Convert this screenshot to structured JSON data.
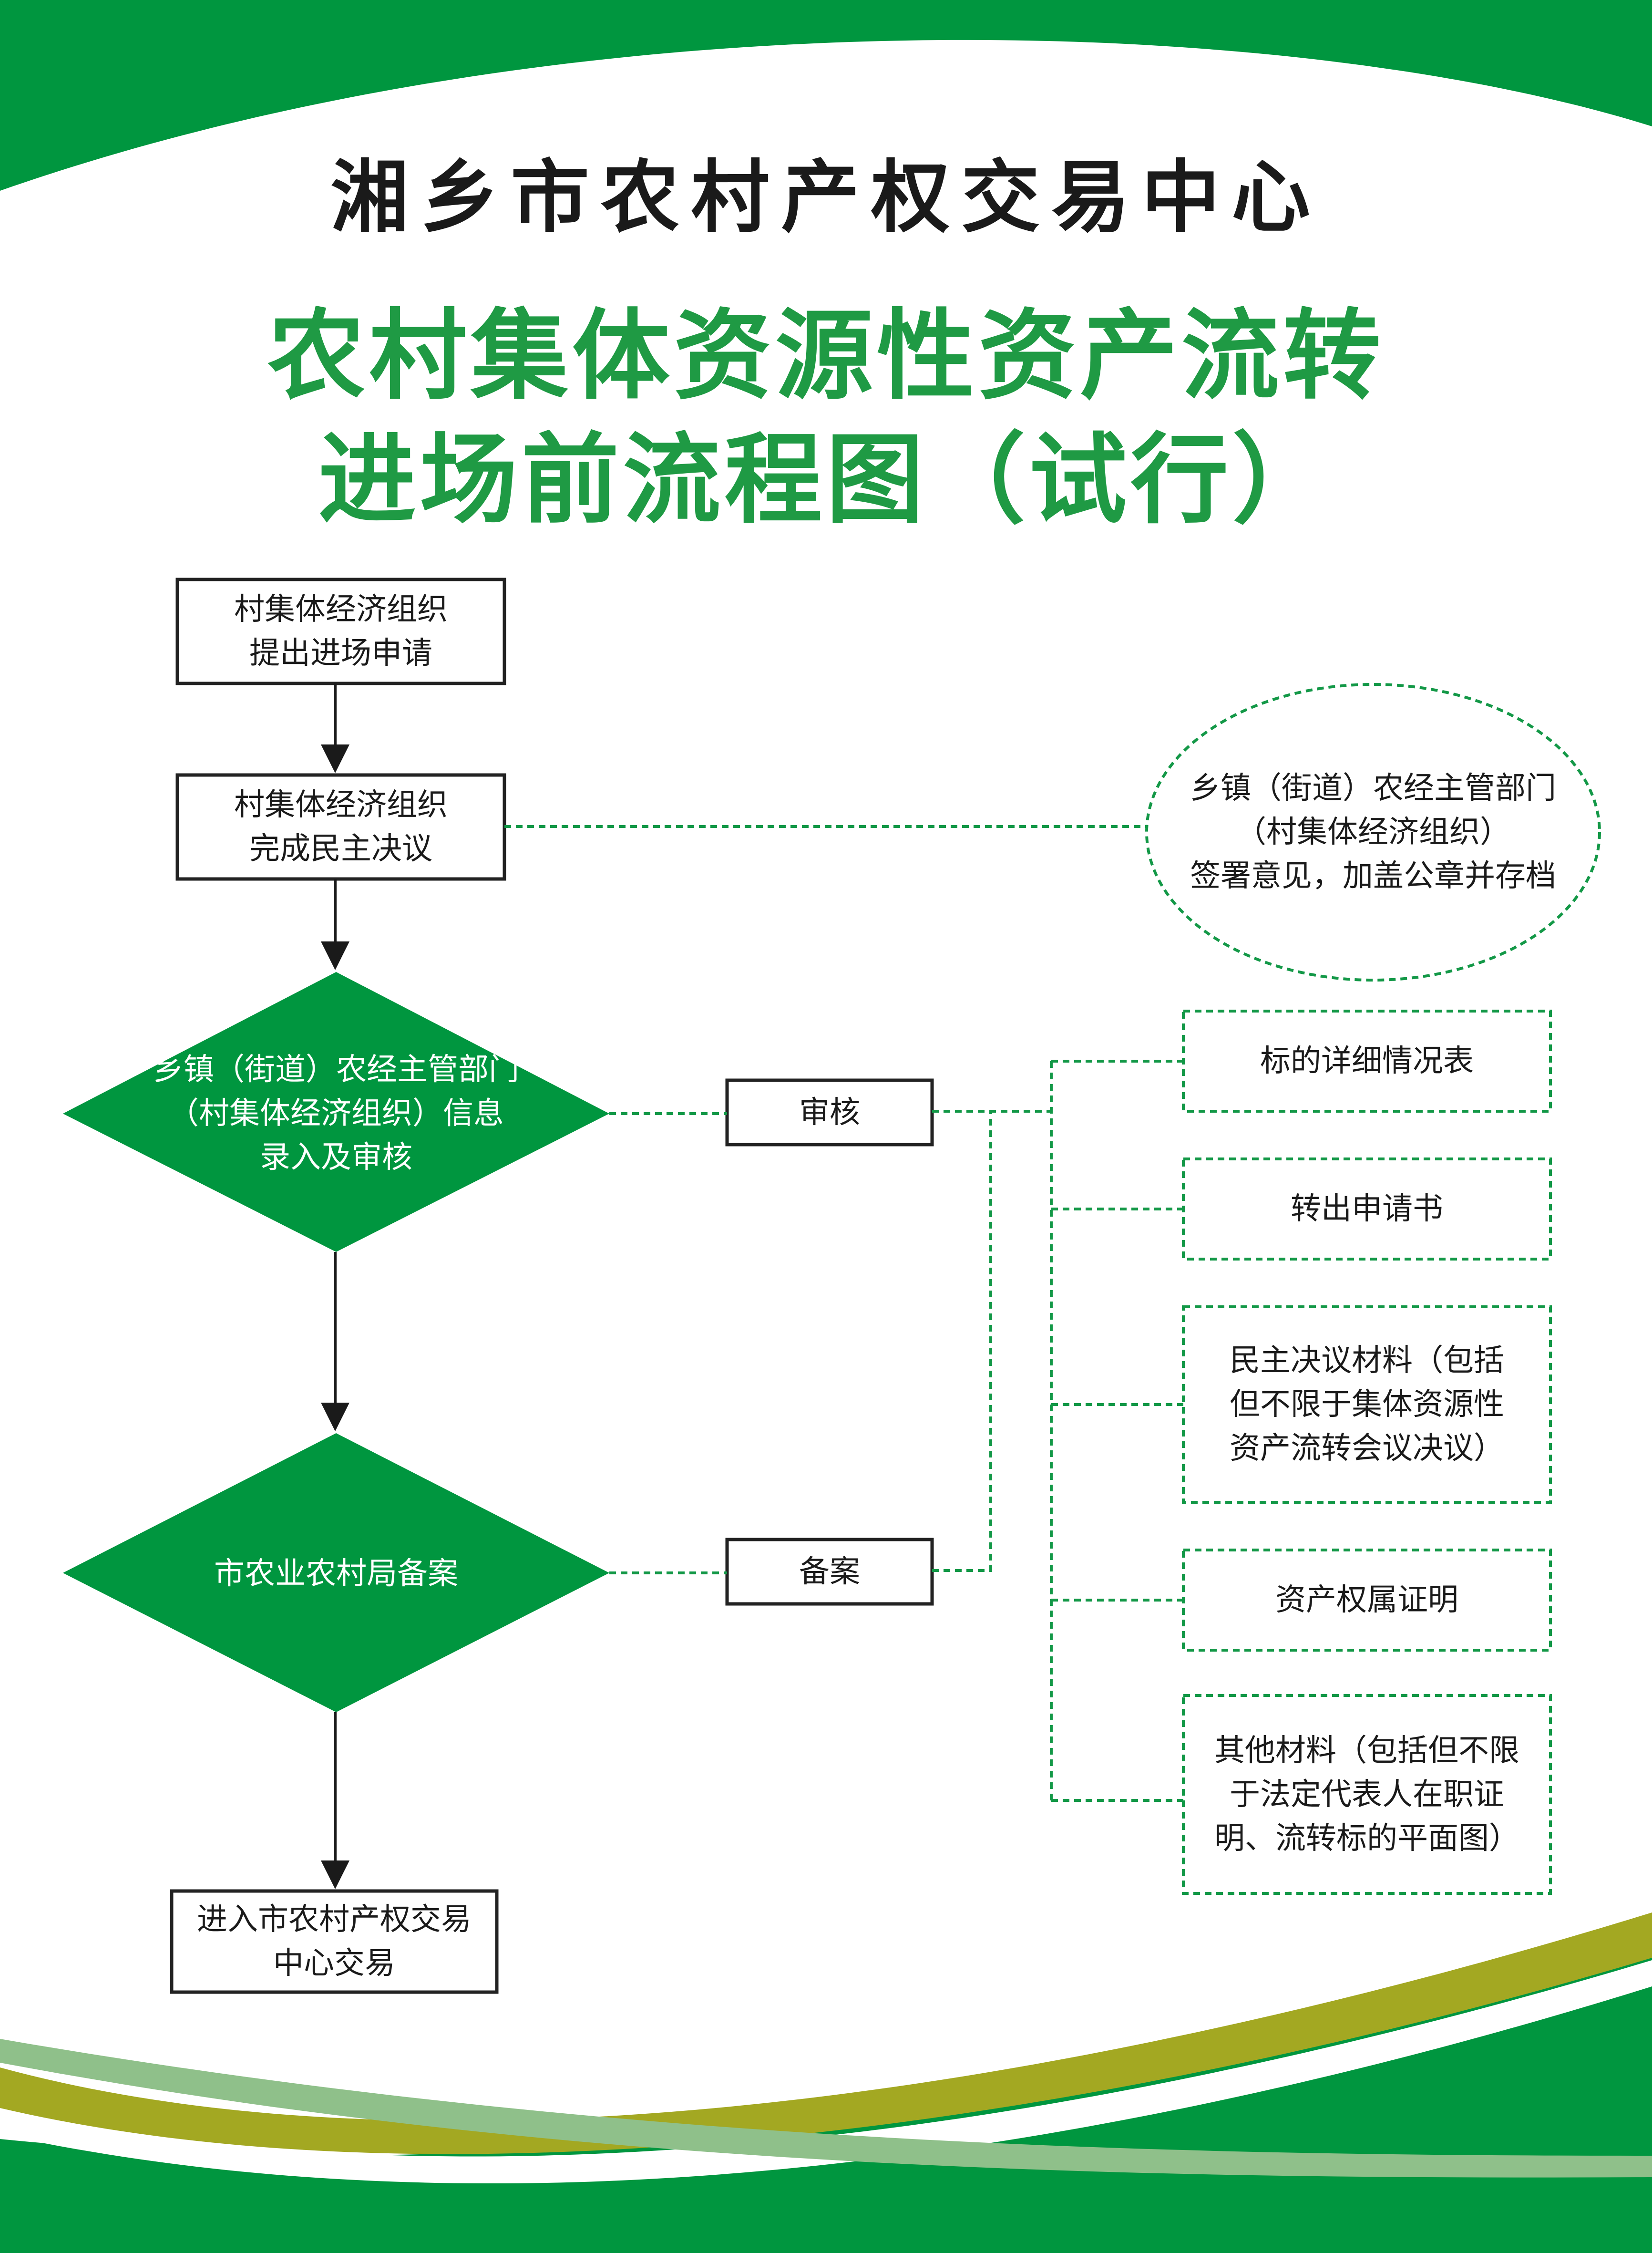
{
  "header": {
    "organization": "湘乡市农村产权交易中心",
    "title_line1": "农村集体资源性资产流转",
    "title_line2": "进场前流程图（试行）"
  },
  "colors": {
    "brand_green": "#00963f",
    "title_green": "#1f9a44",
    "olive": "#a3a822",
    "light_green": "#8fc08a",
    "dash_green": "#139847"
  },
  "flow": {
    "step1": "村集体经济组织\n提出进场申请",
    "step2": "村集体经济组织\n完成民主决议",
    "side_note": "乡镇（街道）农经主管部门\n（村集体经济组织）\n签署意见，加盖公章并存档",
    "step3": "乡镇（街道）农经主管部门\n（村集体经济组织）信息\n录入及审核",
    "step4": "市农业农村局备案",
    "step5": "进入市农村产权交易\n中心交易",
    "review_label": "审核",
    "record_label": "备案"
  },
  "documents": [
    "标的详细情况表",
    "转出申请书",
    "民主决议材料（包括\n但不限于集体资源性\n资产流转会议决议）",
    "资产权属证明",
    "其他材料（包括但不限\n于法定代表人在职证\n明、流转标的平面图）"
  ]
}
